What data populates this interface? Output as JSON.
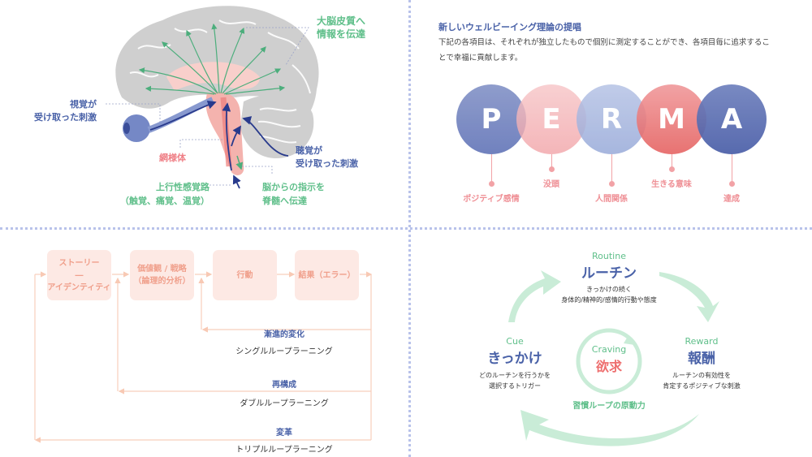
{
  "brain": {
    "cortex_label": [
      "大脳皮質へ",
      "情報を伝達"
    ],
    "visual_label": [
      "視覚が",
      "受け取った刺激"
    ],
    "reticular_label": "網様体",
    "auditory_label": [
      "聴覚が",
      "受け取った刺激"
    ],
    "ascending_label": [
      "上行性感覚路",
      "（触覚、痛覚、温覚）"
    ],
    "descending_label": [
      "脳からの指示を",
      "脊髄へ伝達"
    ],
    "colors": {
      "green": "#5fbf8a",
      "blue": "#4a62a8",
      "pink": "#ef7f86",
      "gray": "#c9c9c9"
    }
  },
  "perma": {
    "title": "新しいウェルビーイング理論の提唱",
    "description_line1": "下記の各項目は、それぞれが独立したもので個別に測定することができ、各項目毎に追求するこ",
    "description_line2": "とで幸福に貢献します。",
    "items": [
      {
        "letter": "P",
        "label": "ポジティブ感情",
        "color": "#7182c0"
      },
      {
        "letter": "E",
        "label": "没頭",
        "color": "#f4aeb2"
      },
      {
        "letter": "R",
        "label": "人間関係",
        "color": "#9fb0da"
      },
      {
        "letter": "M",
        "label": "生きる意味",
        "color": "#e8676c"
      },
      {
        "letter": "A",
        "label": "達成",
        "color": "#4f64ad"
      }
    ]
  },
  "learning": {
    "boxes": [
      {
        "lines": [
          "ストーリー",
          "―",
          "アイデンティティ"
        ]
      },
      {
        "lines": [
          "価値観 / 戦略",
          "（論理的分析）"
        ]
      },
      {
        "lines": [
          "行動"
        ]
      },
      {
        "lines": [
          "結果（エラー）"
        ]
      }
    ],
    "loops": [
      {
        "name": "漸進的変化",
        "type": "シングルループラーニング"
      },
      {
        "name": "再構成",
        "type": "ダブルループラーニング"
      },
      {
        "name": "変革",
        "type": "トリプルループラーニング"
      }
    ]
  },
  "habit_loop": {
    "routine": {
      "en": "Routine",
      "ja": "ルーチン",
      "desc": [
        "きっかけの続く",
        "身体的/精神的/感情的行動や態度"
      ]
    },
    "cue": {
      "en": "Cue",
      "ja": "きっかけ",
      "desc": [
        "どのルーチンを行うかを",
        "選択するトリガー"
      ]
    },
    "reward": {
      "en": "Reward",
      "ja": "報酬",
      "desc": [
        "ルーチンの有効性を",
        "肯定するポジティブな刺激"
      ]
    },
    "craving": {
      "en": "Craving",
      "ja": "欲求",
      "caption": "習慣ループの原動力"
    }
  }
}
